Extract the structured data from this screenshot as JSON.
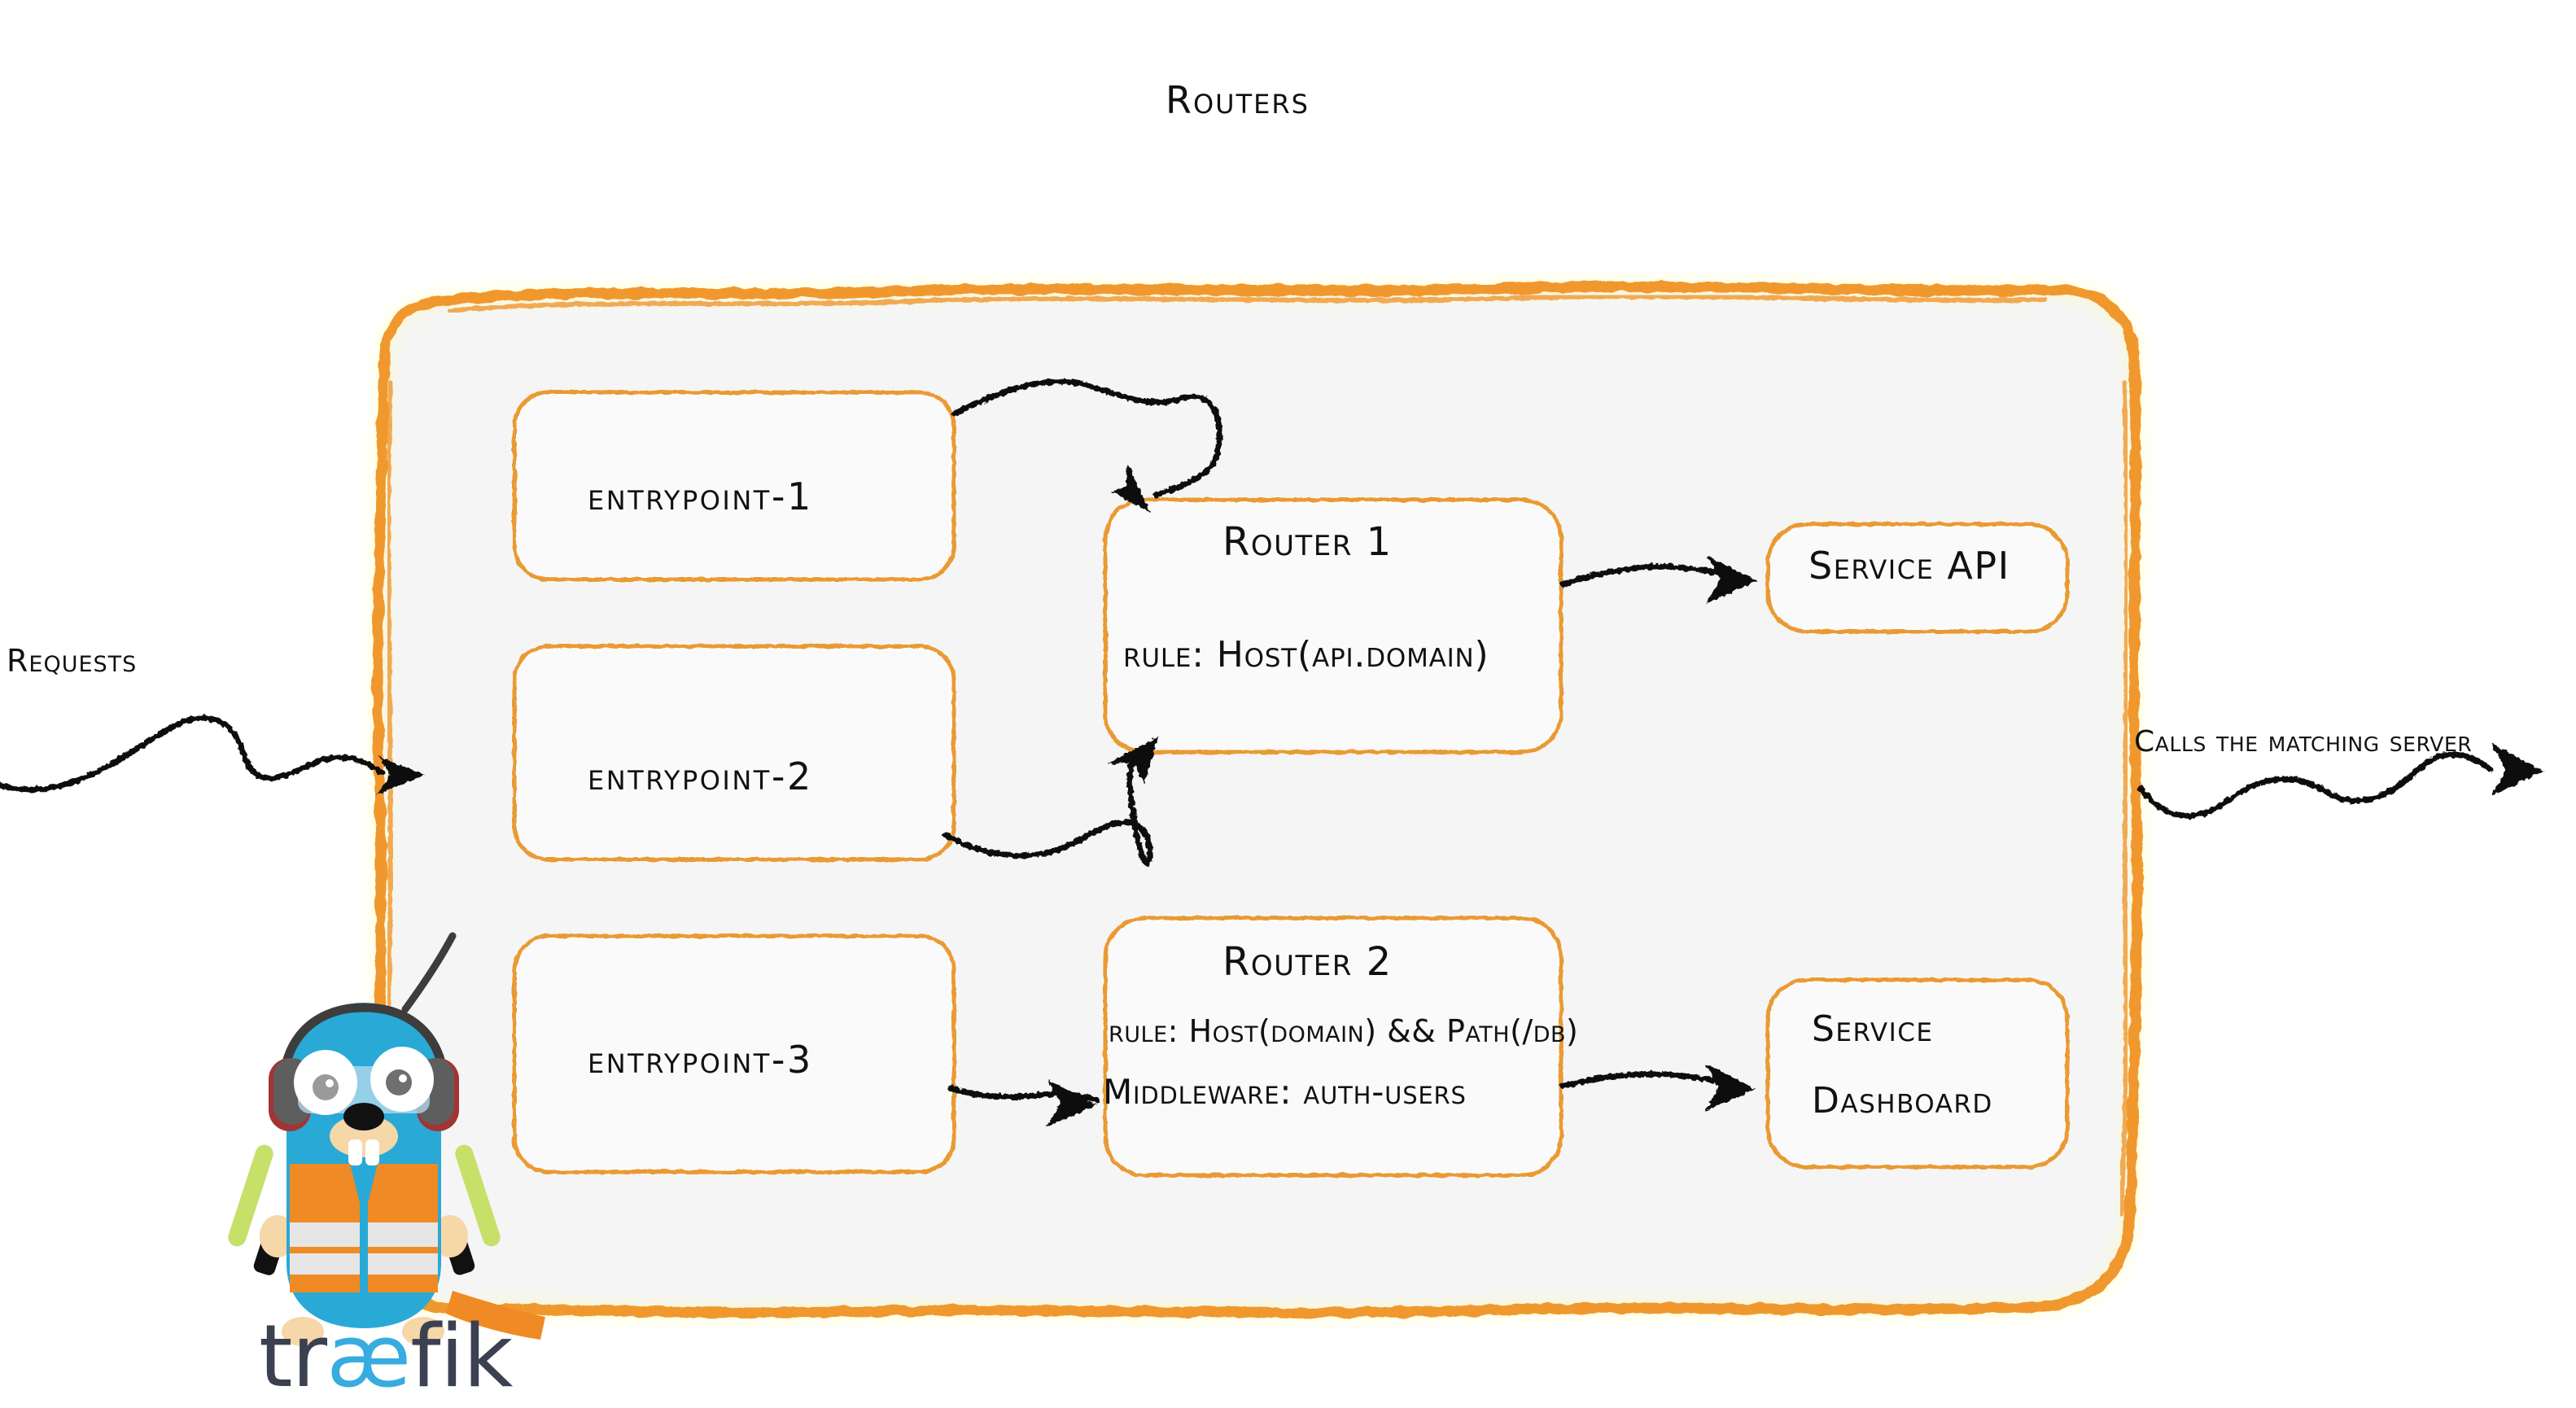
{
  "diagram": {
    "title": "Routers",
    "subject": "traefik-routers-architecture",
    "panel_fill": "#f5f5f5",
    "accent_color": "#f0982d",
    "ink_color": "#111111"
  },
  "flow": {
    "inbound_label": "Requests",
    "outbound_label": "Calls the matching server"
  },
  "entrypoints": [
    {
      "label": "entrypoint-1"
    },
    {
      "label": "entrypoint-2"
    },
    {
      "label": "entrypoint-3"
    }
  ],
  "routers": [
    {
      "name": "Router 1",
      "rule": "rule: Host(api.domain)",
      "middleware": ""
    },
    {
      "name": "Router 2",
      "rule": "rule: Host(domain) && Path(/db)",
      "middleware": "Middleware: auth-users"
    }
  ],
  "services": [
    {
      "line1": "Service API",
      "line2": ""
    },
    {
      "line1": "Service",
      "line2": "Dashboard"
    }
  ],
  "logo": {
    "text_before": "tr",
    "ligature": "æ",
    "text_after": "fik",
    "body_color": "#29a9d6",
    "vest_color": "#f08a24",
    "wand_color": "#c6e06a",
    "ligature_color": "#37ace0",
    "word_color": "#3b4151"
  }
}
